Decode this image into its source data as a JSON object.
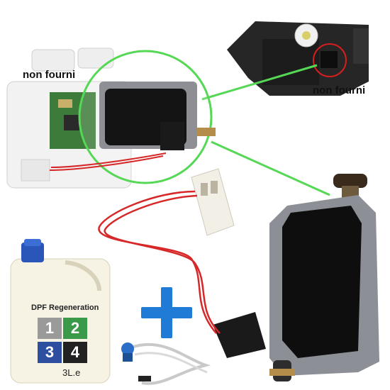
{
  "labels": {
    "left_not_supplied": "non fourni",
    "right_not_supplied": "non fourni"
  },
  "can": {
    "title": "DPF Regeneration",
    "volume": "3L.e",
    "tiles": [
      {
        "num": "1",
        "color": "#9a9a9a"
      },
      {
        "num": "2",
        "color": "#3a9a4a"
      },
      {
        "num": "3",
        "color": "#2e4fa0"
      },
      {
        "num": "4",
        "color": "#222222"
      }
    ]
  },
  "colors": {
    "callout_line": "#55d855",
    "plus": "#1f7bd6",
    "wire": "#d62828",
    "can_cap": "#2956b8"
  }
}
